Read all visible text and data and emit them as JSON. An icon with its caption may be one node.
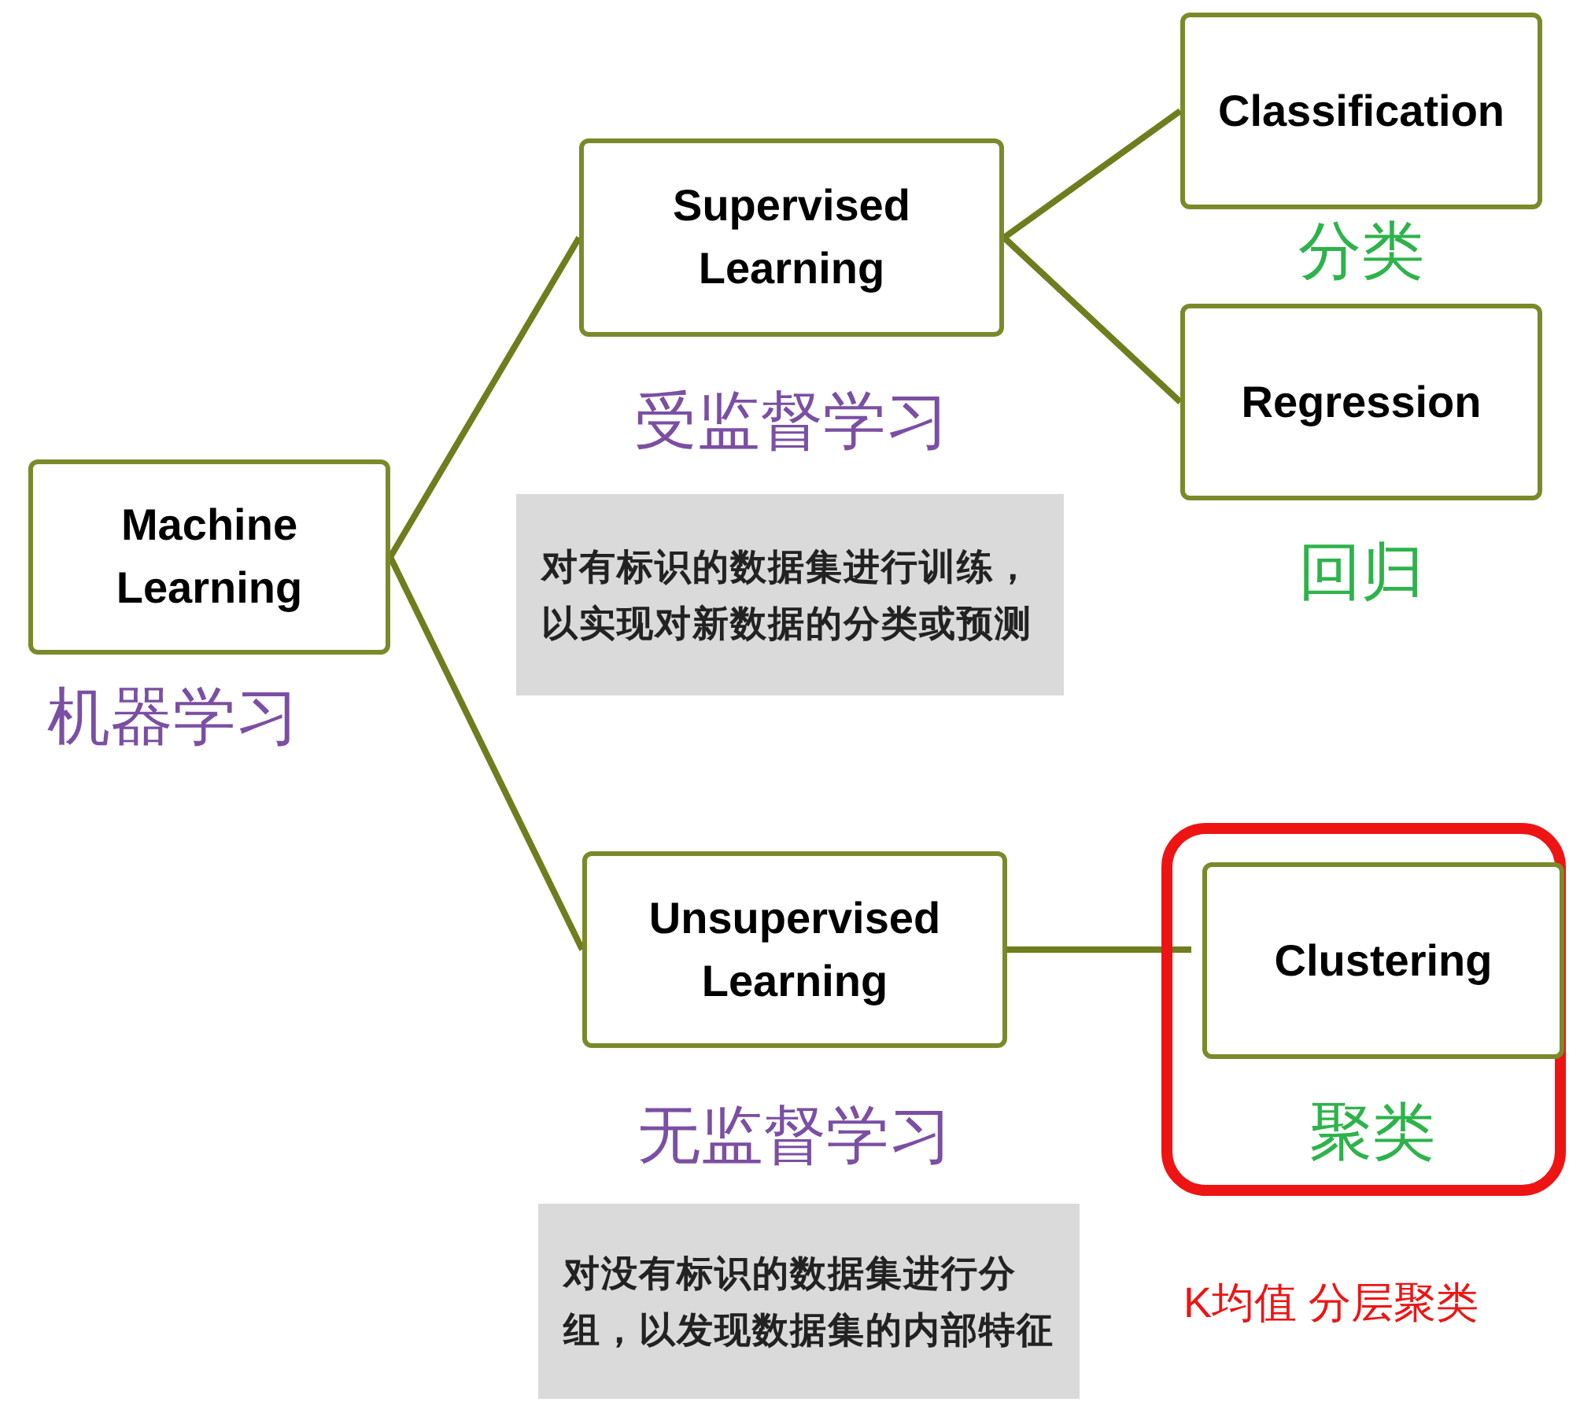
{
  "diagram": {
    "nodes": [
      {
        "text": [
          "Machine Learning"
        ],
        "beside": [
          "机器学习"
        ]
      },
      {
        "text": [
          "Supervised Learning"
        ],
        "beside": [
          "受监督学习"
        ]
      },
      {
        "text": [
          "对有标识的数据集进行训练，以实现对新数据的分类或预测"
        ]
      },
      {
        "text": [
          "Classification"
        ],
        "beside": [
          "分类"
        ]
      },
      {
        "text": [
          "Regression"
        ],
        "beside": [
          "回归"
        ]
      },
      {
        "text": [
          "Unsupervised Learning"
        ],
        "beside": [
          "无监督学习"
        ]
      },
      {
        "text": [
          "对没有标识的数据集进行分组，以发现数据集的内部特征"
        ]
      },
      {
        "text": [],
        "shape": "box"
      },
      {
        "text": [
          "Clustering"
        ],
        "beside": [
          "聚类"
        ],
        "in": 7
      }
    ],
    "edges": [
      {
        "from": 0,
        "to": 1,
        "arrow": "none"
      },
      {
        "from": 0,
        "to": 5,
        "arrow": "none"
      },
      {
        "from": 1,
        "to": 3,
        "arrow": "none"
      },
      {
        "from": 1,
        "to": 4,
        "arrow": "none"
      },
      {
        "from": 5,
        "to": 8,
        "arrow": "none"
      }
    ],
    "labels": [
      "K均值 分层聚类"
    ]
  }
}
